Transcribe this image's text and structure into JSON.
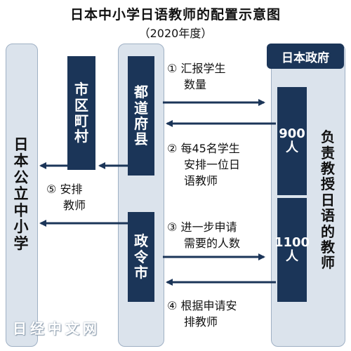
{
  "title": "日本中小学日语教师的配置示意图",
  "subtitle": "（2020年度）",
  "entities": {
    "schools": "日本公立中小学",
    "municipalities": "市区町村",
    "prefectures": "都道府县",
    "designated_cities": "政令市",
    "government": "日本政府",
    "teachers": "负责教授日语的教师"
  },
  "allocations": {
    "prefectures": "900人",
    "designated_cities": "1100人"
  },
  "steps": [
    {
      "num": "①",
      "lines": [
        "汇报学生",
        "数量"
      ]
    },
    {
      "num": "②",
      "lines": [
        "每45名学生",
        "安排一位日",
        "语教师"
      ]
    },
    {
      "num": "③",
      "lines": [
        "进一步申请",
        "需要的人数"
      ]
    },
    {
      "num": "④",
      "lines": [
        "根据申请安",
        "排教师"
      ]
    },
    {
      "num": "⑤",
      "lines": [
        "安排",
        "教师"
      ]
    }
  ],
  "watermark": "日经中文网",
  "colors": {
    "navy": "#1b3558",
    "pale_blue": "#dbe3ec",
    "text": "#111111"
  }
}
